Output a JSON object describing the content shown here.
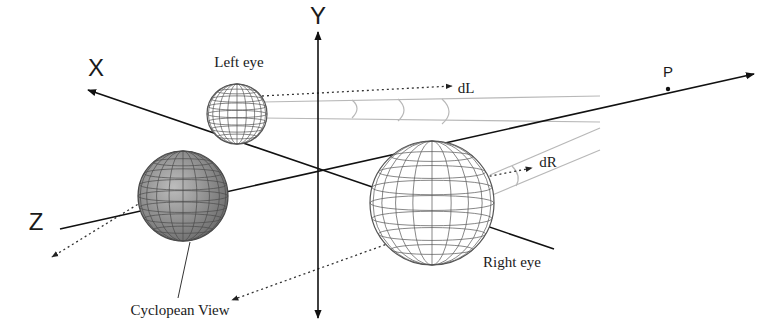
{
  "diagram": {
    "labels": [
      "Y",
      "X",
      "Z",
      "P",
      "Left eye",
      "dL",
      "dR",
      "Right eye",
      "Cyclopean View"
    ]
  }
}
